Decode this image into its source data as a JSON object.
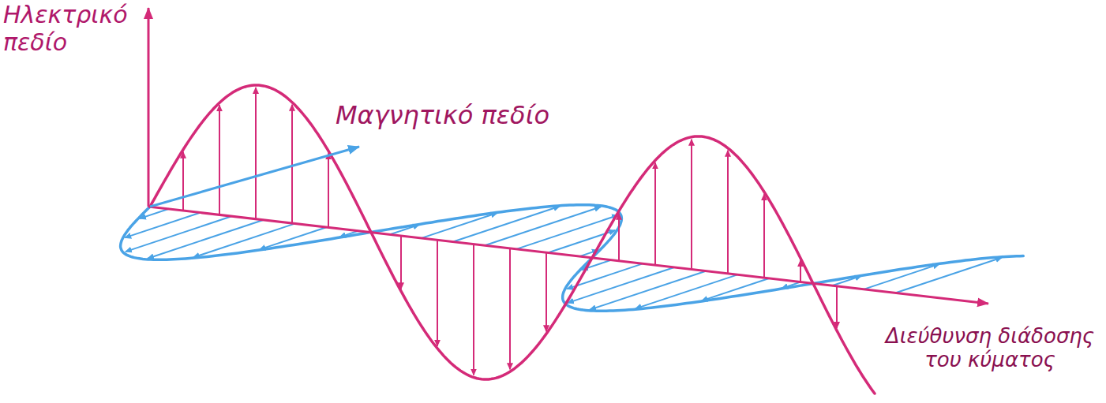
{
  "diagram": {
    "labels": [
      "Ηλεκτρικό πεδίο",
      "Μαγνητικό πεδίο",
      "Διεύθυνση διάδοσης του κύματος"
    ]
  }
}
